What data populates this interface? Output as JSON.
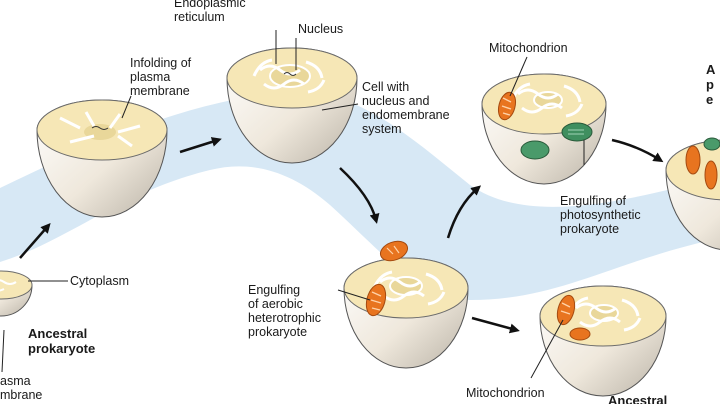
{
  "labels": {
    "er": "Endoplasmic\nreticulum",
    "nucleus": "Nucleus",
    "infolding": "Infolding of\nplasma\nmembrane",
    "cell_with_nucleus": "Cell with\nnucleus and\nendomembrane\nsystem",
    "mitochondrion_top": "Mitochondrion",
    "engulf_photo": "Engulfing of\nphotosynthetic\nprokaryote",
    "cytoplasm": "Cytoplasm",
    "ancestral_prokaryote": "Ancestral\nprokaryote",
    "plasma_membrane": "asma\nmbrane",
    "engulf_aerobic": "Engulfing\nof aerobic\nheterotrophic\nprokaryote",
    "mitochondrion_bottom": "Mitochondrion",
    "ancestral_bottom_right": "Ancestral",
    "cut_right_top": "A\np\ne"
  },
  "colors": {
    "band": "#d7e8f5",
    "cell_fill": "#f6e7b6",
    "cell_body": "#f1ebdf",
    "cell_shade": "#cfc8bb",
    "nucleus": "#e9d79a",
    "mito": "#e8741f",
    "chloro": "#4a9a6a",
    "arrow": "#111111"
  }
}
